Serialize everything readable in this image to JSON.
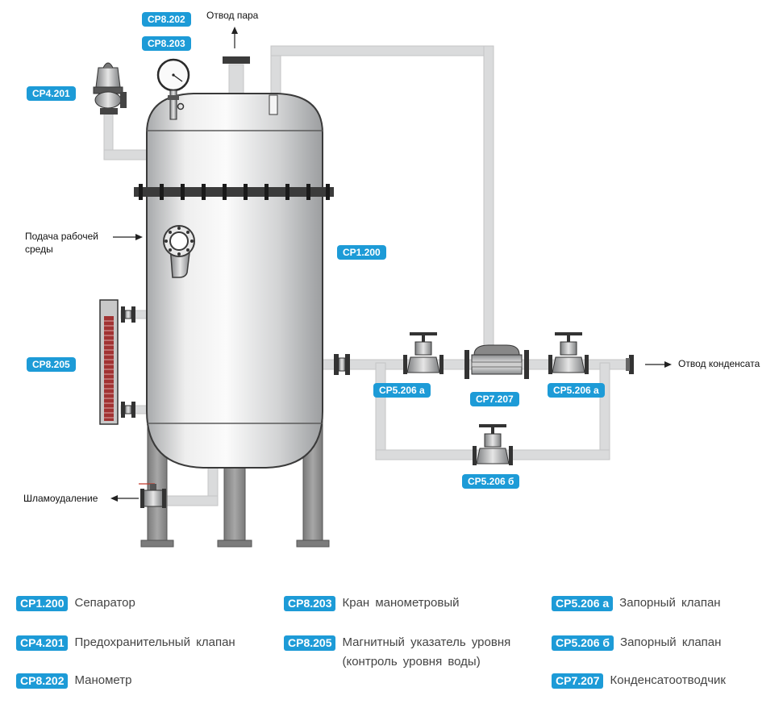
{
  "callouts": {
    "cp8_202": "CP8.202",
    "cp8_203": "CP8.203",
    "cp4_201": "CP4.201",
    "cp1_200": "CP1.200",
    "cp8_205": "CP8.205",
    "cp5_206a_left": "CP5.206 а",
    "cp7_207": "CP7.207",
    "cp5_206a_right": "CP5.206 а",
    "cp5_206b": "CP5.206 б"
  },
  "labels": {
    "steam_outlet": "Отвод пара",
    "feed_line1": "Подача рабочей",
    "feed_line2": "среды",
    "condensate_outlet": "Отвод конденсата",
    "sludge_removal": "Шламоудаление"
  },
  "legend": [
    {
      "code": "CP1.200",
      "text": "Сепаратор"
    },
    {
      "code": "CP4.201",
      "text": "Предохранительный клапан"
    },
    {
      "code": "CP8.202",
      "text": "Манометр"
    },
    {
      "code": "CP8.203",
      "text": "Кран манометровый"
    },
    {
      "code": "CP8.205",
      "text": "Магнитный указатель уровня (контроль уровня воды)"
    },
    {
      "code": "CP5.206 а",
      "text": "Запорный клапан"
    },
    {
      "code": "CP5.206 б",
      "text": "Запорный клапан"
    },
    {
      "code": "CP7.207",
      "text": "Конденсатоотводчик"
    }
  ],
  "colors": {
    "accent": "#1d9bd7",
    "pipe": "#dadbdc",
    "vessel_edge": "#3a3a3a",
    "leg": "#8c8c8c",
    "gauge_bar": "#a13333"
  }
}
